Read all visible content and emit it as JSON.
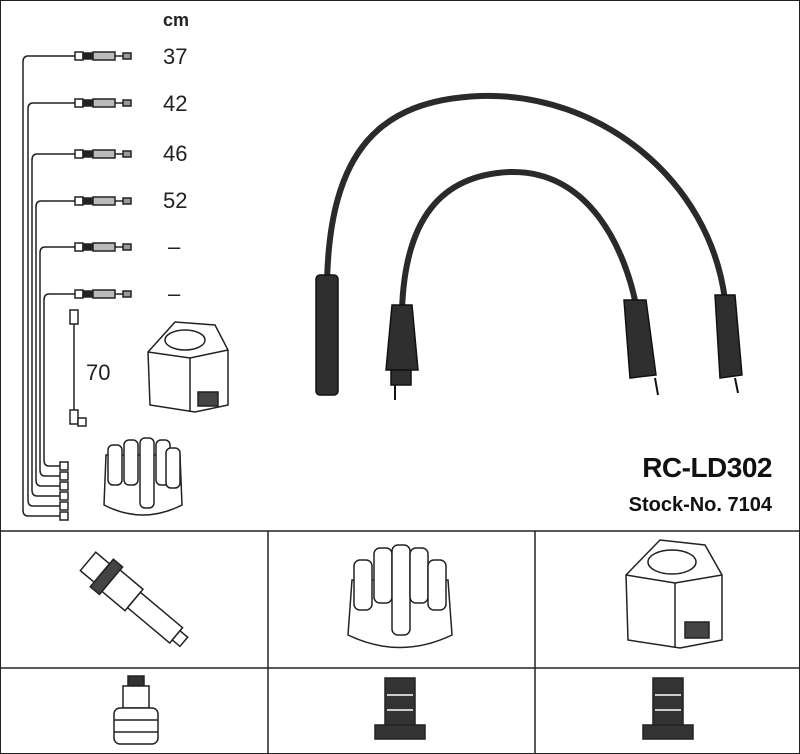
{
  "unit_label": "cm",
  "cable_lengths": [
    "37",
    "42",
    "46",
    "52",
    "–",
    "–"
  ],
  "coil_cable_length": "70",
  "product": {
    "model": "RC-LD302",
    "stock_number": "Stock-No. 7104"
  },
  "components": {
    "top_row": [
      "spark-plug",
      "distributor-cap",
      "ignition-coil"
    ],
    "bottom_row": [
      "spark-plug-terminal",
      "distributor-terminal",
      "coil-terminal"
    ]
  },
  "colors": {
    "line": "#222222",
    "cable": "#2a2a2a",
    "background": "#ffffff"
  }
}
